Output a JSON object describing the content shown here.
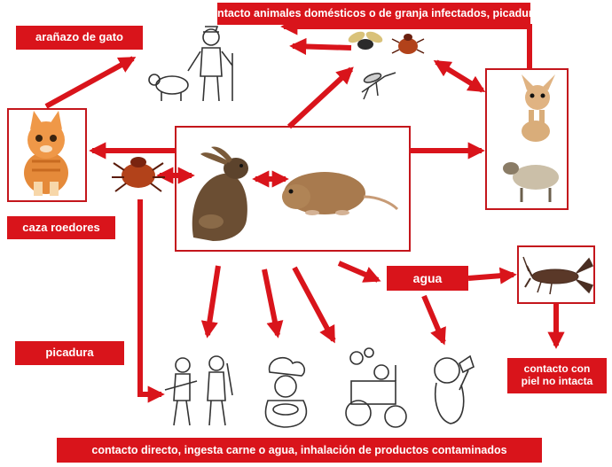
{
  "labels": {
    "top": "Contacto animales domésticos o de granja infectados, picaduras",
    "scratch": "arañazo de gato",
    "hunting": "caza roedores",
    "water": "agua",
    "bite": "picadura",
    "skin_line1": "contacto con",
    "skin_line2": "piel no intacta",
    "bottom": "contacto directo, ingesta carne o agua, inhalación de productos contaminados"
  },
  "colors": {
    "accent": "#d9141b",
    "frame": "#c4161c",
    "background": "#ffffff"
  },
  "figures": [
    "shepherd-with-sheep",
    "fly",
    "tick",
    "mosquito",
    "chihuahua",
    "sheep",
    "kitten",
    "hare",
    "vole",
    "crayfish",
    "hunters",
    "cook",
    "tractor-driver",
    "child-drinking"
  ]
}
